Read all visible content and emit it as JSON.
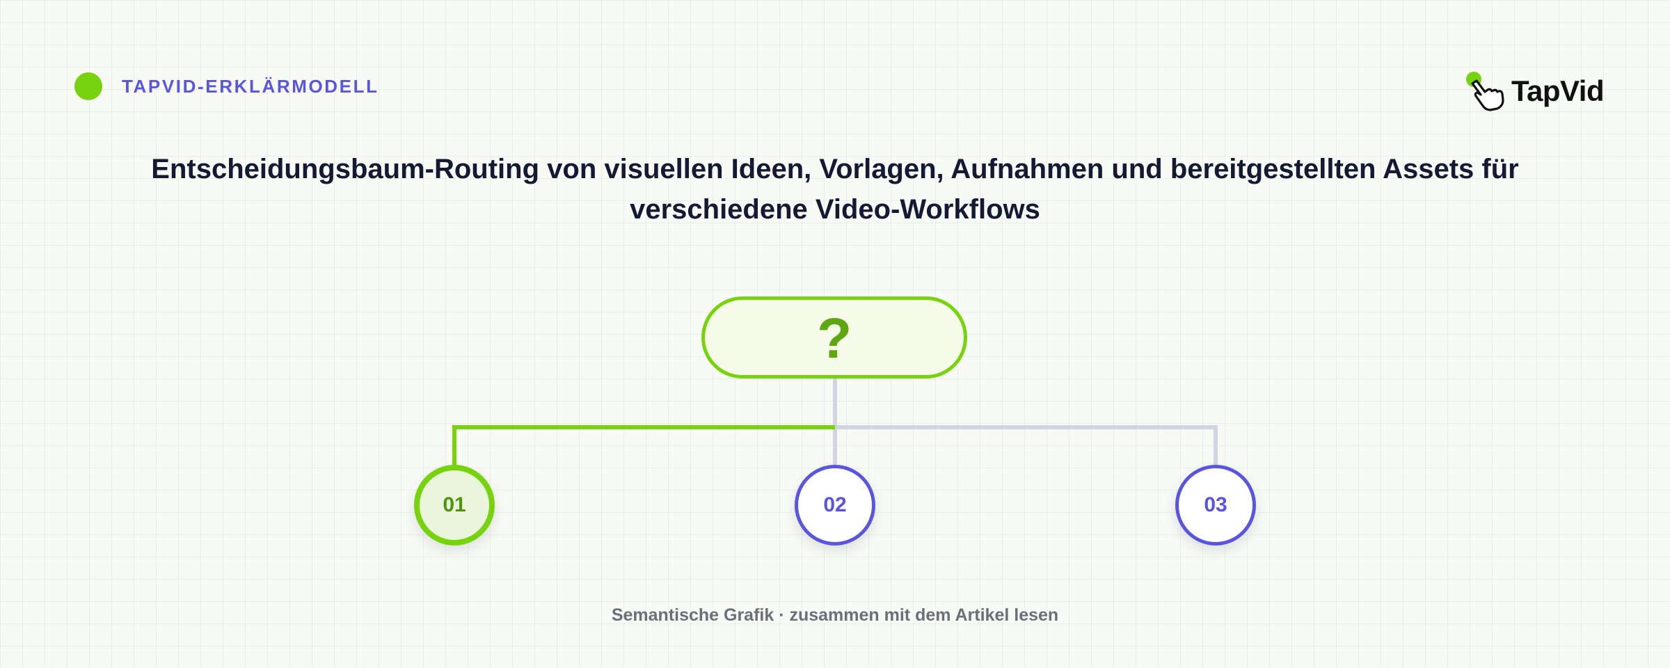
{
  "header": {
    "tag": "TAPVID-ERKLÄRMODELL",
    "brand": "TapVid",
    "accent_color": "#76d30d",
    "tag_color": "#5a55e0"
  },
  "title": "Entscheidungsbaum-Routing von visuellen Ideen, Vorlagen, Aufnahmen und bereitgestellten Assets für verschiedene Video-Workflows",
  "tree": {
    "root": {
      "symbol": "?"
    },
    "leaves": [
      {
        "label": "01",
        "state": "active"
      },
      {
        "label": "02",
        "state": "inactive"
      },
      {
        "label": "03",
        "state": "inactive"
      }
    ],
    "colors": {
      "active_branch": "#76d30d",
      "inactive_branch": "#cfd6e2",
      "leaf_border": "#5a55e0"
    }
  },
  "footer": {
    "caption": "Semantische Grafik · zusammen mit dem Artikel lesen"
  }
}
